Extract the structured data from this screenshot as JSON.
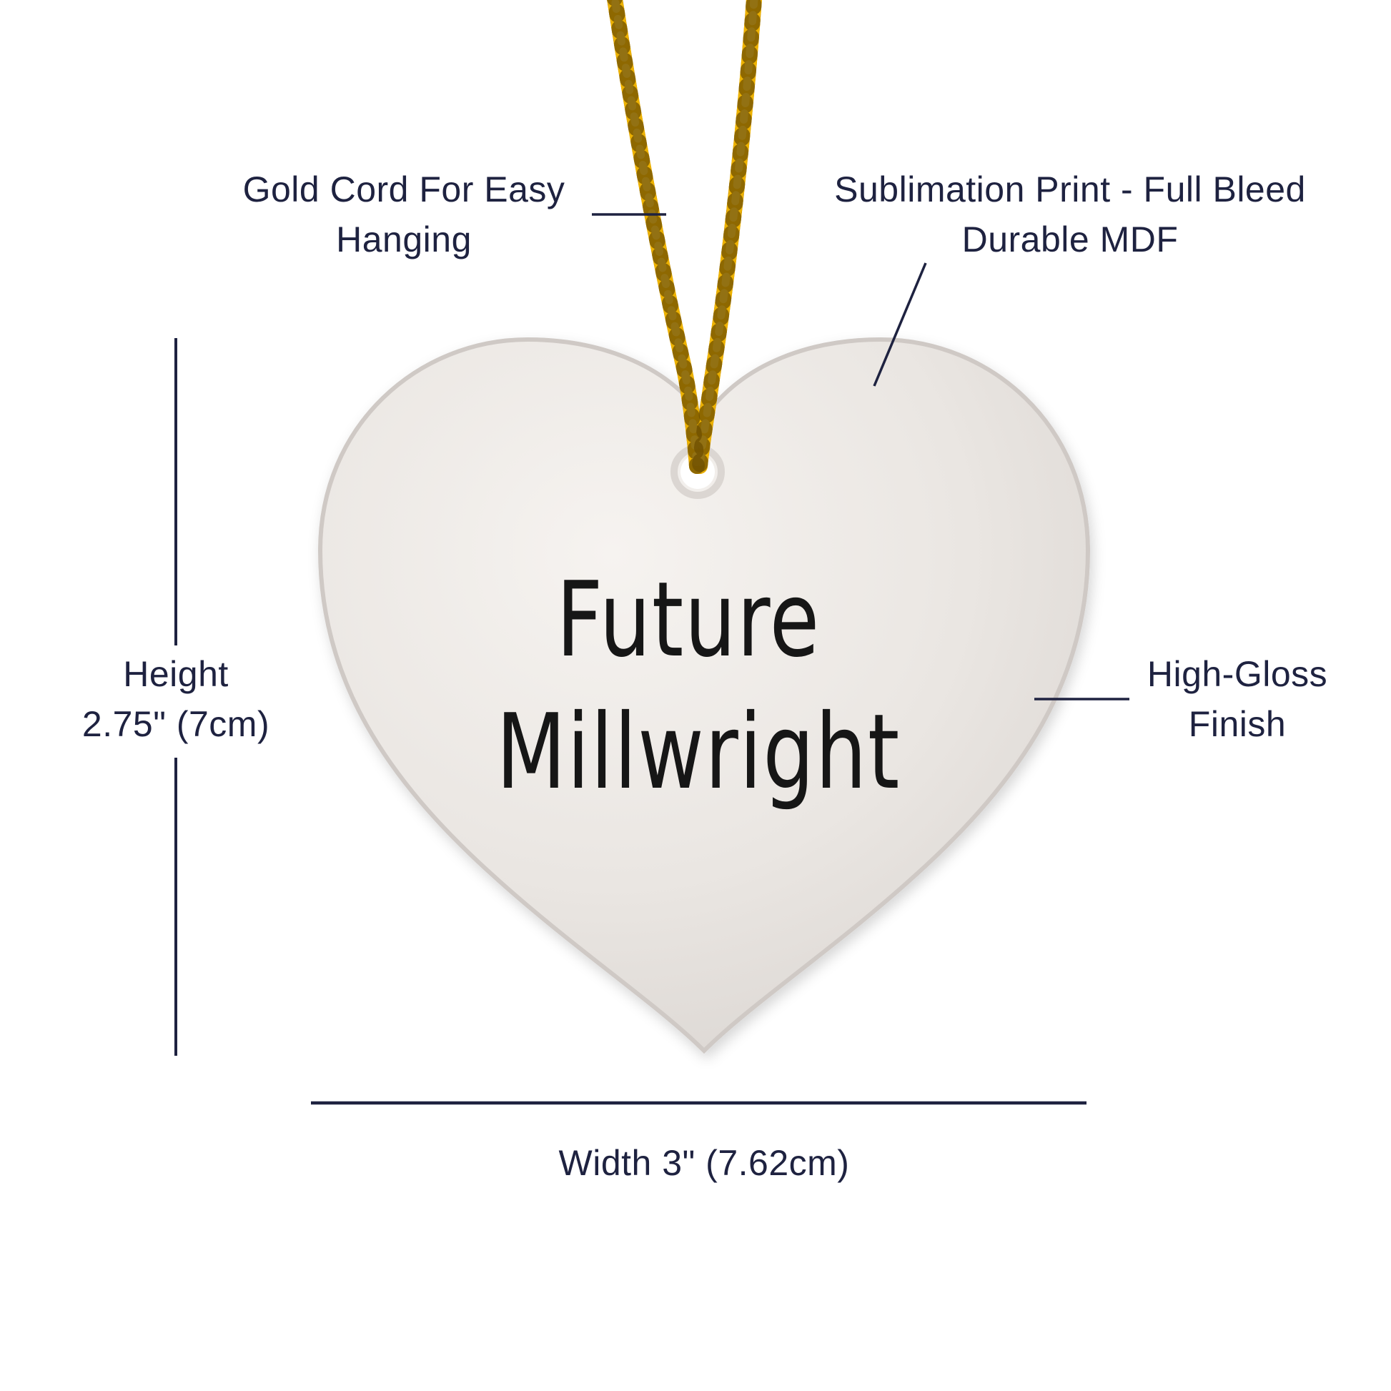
{
  "ornament": {
    "line1": "Future",
    "line2": "Millwright"
  },
  "callouts": {
    "cord": {
      "line1": "Gold Cord For Easy",
      "line2": "Hanging"
    },
    "print": {
      "line1": "Sublimation Print - Full Bleed",
      "line2": "Durable MDF"
    },
    "gloss": {
      "line1": "High-Gloss",
      "line2": "Finish"
    },
    "height": {
      "line1": "Height",
      "line2": "2.75\" (7cm)"
    },
    "width": {
      "label": "Width 3\" (7.62cm)"
    }
  },
  "colors": {
    "annotation": "#1e2240",
    "heart_edge": "#cfc9c5",
    "heart_fill_light": "#f5f2ef",
    "heart_fill_dark": "#d8d3cf",
    "hole_ring": "#dbd6d2",
    "cord_base": "#c98f00",
    "cord_main": "#edb200",
    "cord_highlight": "#ffd84d",
    "cord_dark": "#6e4f00",
    "heart_text": "#161616"
  }
}
